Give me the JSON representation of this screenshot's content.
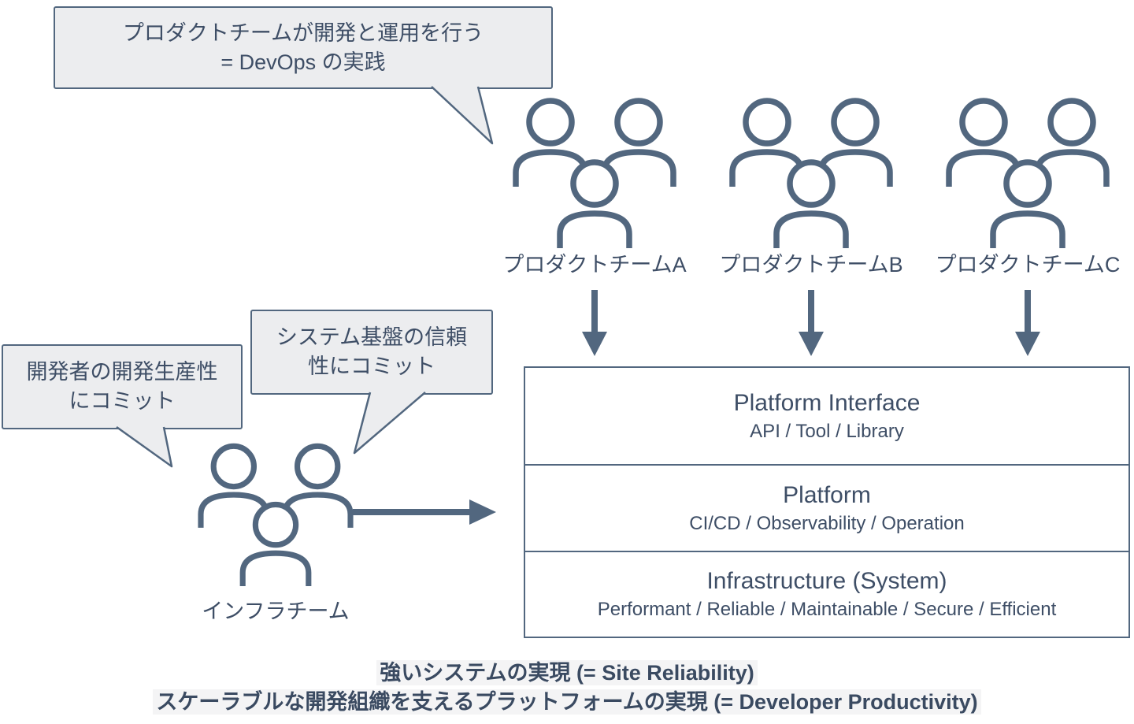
{
  "colors": {
    "accent": "#52677f",
    "text": "#3e4e66",
    "callout-bg": "#ecedef",
    "footer-text": "#3a4a61",
    "highlight": "#f4f4f5"
  },
  "callouts": {
    "devops": {
      "line1": "プロダクトチームが開発と運用を行う",
      "line2": "= DevOps の実践"
    },
    "productivity": {
      "line1": "開発者の開発生産性",
      "line2": "にコミット"
    },
    "reliability": {
      "line1": "システム基盤の信頼",
      "line2": "性にコミット"
    }
  },
  "teams": [
    {
      "label": "プロダクトチームA",
      "icon": "people-group-icon"
    },
    {
      "label": "プロダクトチームB",
      "icon": "people-group-icon"
    },
    {
      "label": "プロダクトチームC",
      "icon": "people-group-icon"
    }
  ],
  "infra_team": {
    "label": "インフラチーム",
    "icon": "people-group-icon"
  },
  "platform_stack": [
    {
      "title": "Platform Interface",
      "subtitle": "API / Tool / Library"
    },
    {
      "title": "Platform",
      "subtitle": "CI/CD / Observability / Operation"
    },
    {
      "title": "Infrastructure (System)",
      "subtitle": "Performant / Reliable / Maintainable / Secure / Efficient"
    }
  ],
  "footer": {
    "line1": "強いシステムの実現 (= Site Reliability)",
    "line2": "スケーラブルな開発組織を支えるプラットフォームの実現 (= Developer Productivity)"
  }
}
